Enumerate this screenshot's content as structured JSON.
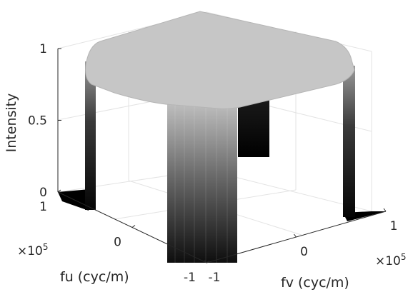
{
  "chart_data": {
    "type": "surface",
    "title": "",
    "zlabel": "Intensity",
    "xlabel": "fu (cyc/m)",
    "ylabel": "fv (cyc/m)",
    "x_exponent_label": "×10",
    "x_exponent_power": "5",
    "y_exponent_label": "×10",
    "y_exponent_power": "5",
    "xlim": [
      -1,
      1
    ],
    "ylim": [
      -1,
      1
    ],
    "zlim": [
      0,
      1
    ],
    "x_ticks": [
      {
        "value": 1,
        "label": "1"
      },
      {
        "value": 0,
        "label": "0"
      },
      {
        "value": -1,
        "label": "-1"
      }
    ],
    "y_ticks": [
      {
        "value": -1,
        "label": "-1"
      },
      {
        "value": 0,
        "label": "0"
      },
      {
        "value": 1,
        "label": "1"
      }
    ],
    "z_ticks": [
      {
        "value": 0,
        "label": "0"
      },
      {
        "value": 0.5,
        "label": "0.5"
      },
      {
        "value": 1,
        "label": "1"
      }
    ],
    "surface": {
      "description": "flat-topped rounded-square pupil function",
      "top_value": 1,
      "outside_value": 0,
      "half_width": 0.75,
      "corner_radius": 0.35
    },
    "grid": true,
    "colormap": "gray"
  }
}
